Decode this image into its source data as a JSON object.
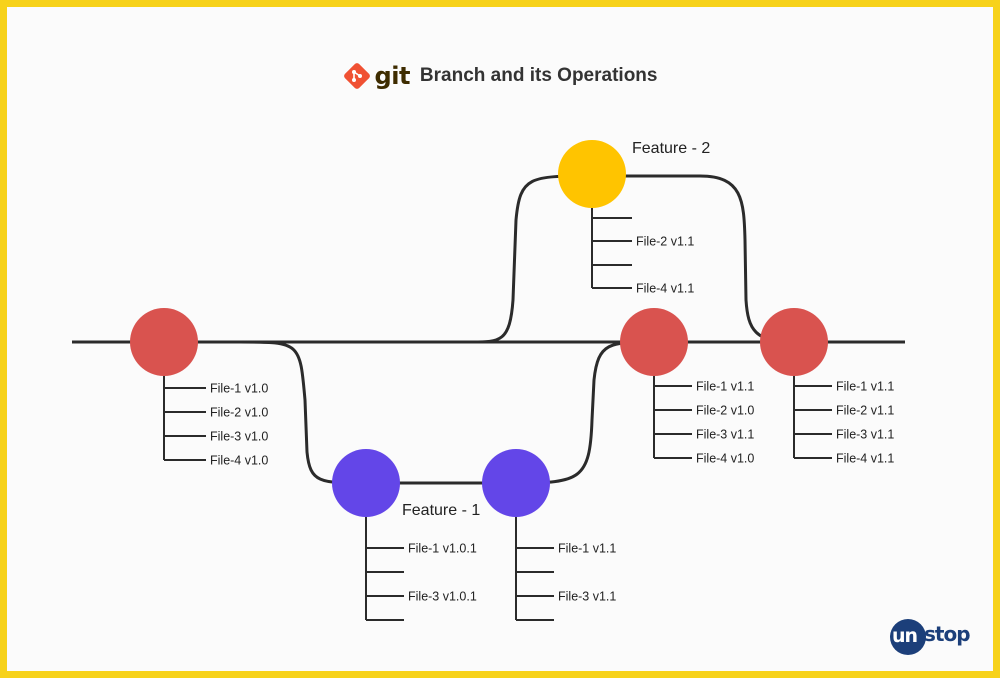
{
  "header": {
    "git_wordmark": "git",
    "title": "Branch and its Operations"
  },
  "branches": {
    "feature1_label": "Feature - 1",
    "feature2_label": "Feature - 2"
  },
  "commits": [
    {
      "id": "main-1",
      "color": "#d9534f",
      "files": [
        "File-1 v1.0",
        "File-2 v1.0",
        "File-3 v1.0",
        "File-4 v1.0"
      ]
    },
    {
      "id": "f1-a",
      "color": "#6346e8",
      "files": [
        "File-1 v1.0.1",
        "",
        "File-3 v1.0.1",
        ""
      ]
    },
    {
      "id": "f1-b",
      "color": "#6346e8",
      "files": [
        "File-1 v1.1",
        "",
        "File-3 v1.1",
        ""
      ]
    },
    {
      "id": "f2",
      "color": "#ffc400",
      "files": [
        "",
        "File-2 v1.1",
        "",
        "File-4 v1.1"
      ]
    },
    {
      "id": "main-2",
      "color": "#d9534f",
      "files": [
        "File-1 v1.1",
        "File-2 v1.0",
        "File-3 v1.1",
        "File-4 v1.0"
      ]
    },
    {
      "id": "main-3",
      "color": "#d9534f",
      "files": [
        "File-1 v1.1",
        "File-2 v1.1",
        "File-3 v1.1",
        "File-4 v1.1"
      ]
    }
  ],
  "colors": {
    "line": "#2b2b2b",
    "main": "#d9534f",
    "feature1": "#6346e8",
    "feature2": "#ffc400",
    "border": "#f7d21a",
    "brand": "#1c3f7a",
    "git": "#f05133"
  },
  "footer": {
    "logo_un": "un",
    "logo_stop": "stop"
  }
}
